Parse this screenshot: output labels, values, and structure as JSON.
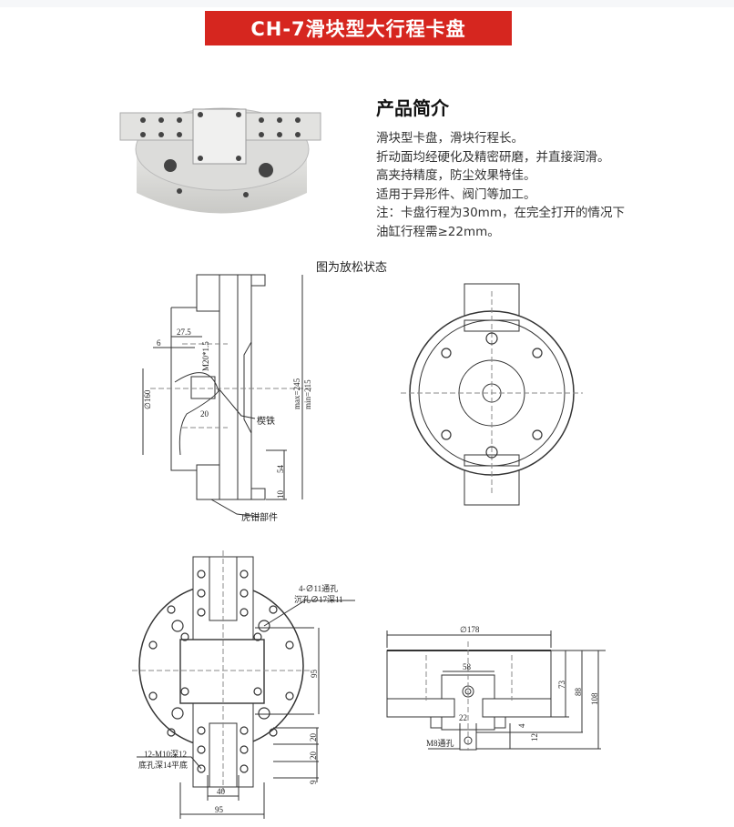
{
  "title": "CH-7滑块型大行程卡盘",
  "intro": {
    "heading": "产品简介",
    "lines": [
      "滑块型卡盘，滑块行程长。",
      "折动面均经硬化及精密研磨，并直接润滑。",
      "高夹持精度，防尘效果特佳。",
      "适用于异形件、阀门等加工。",
      "注：卡盘行程为30mm，在完全打开的情况下",
      "油缸行程需≥22mm。"
    ]
  },
  "caption": "图为放松状态",
  "side_view": {
    "dim_27_5": "27.5",
    "dim_6": "6",
    "dim_m20": "M20*1.5",
    "dim_dia160": "∅160",
    "dim_20": "20",
    "dim_max": "max=245",
    "dim_min": "min=215",
    "label_wedge": "楔铁",
    "dim_54": "54",
    "dim_10": "10",
    "label_jaw": "虎钳部件"
  },
  "top_view": {
    "label_holes_1": "4-∅11通孔",
    "label_holes_2": "沉孔∅17深11",
    "dim_95_v": "95",
    "dim_20_a": "20",
    "dim_20_b": "20",
    "dim_9": "9",
    "label_m10_1": "12-M10深12",
    "label_m10_2": "底孔深14平底",
    "dim_40": "40",
    "dim_95_h": "95"
  },
  "front_view": {
    "dim_178": "∅178",
    "dim_58": "58",
    "dim_73": "73",
    "dim_88": "88",
    "dim_108": "108",
    "dim_22": "22",
    "dim_4": "4",
    "dim_12": "12",
    "label_m8": "M8通孔"
  }
}
